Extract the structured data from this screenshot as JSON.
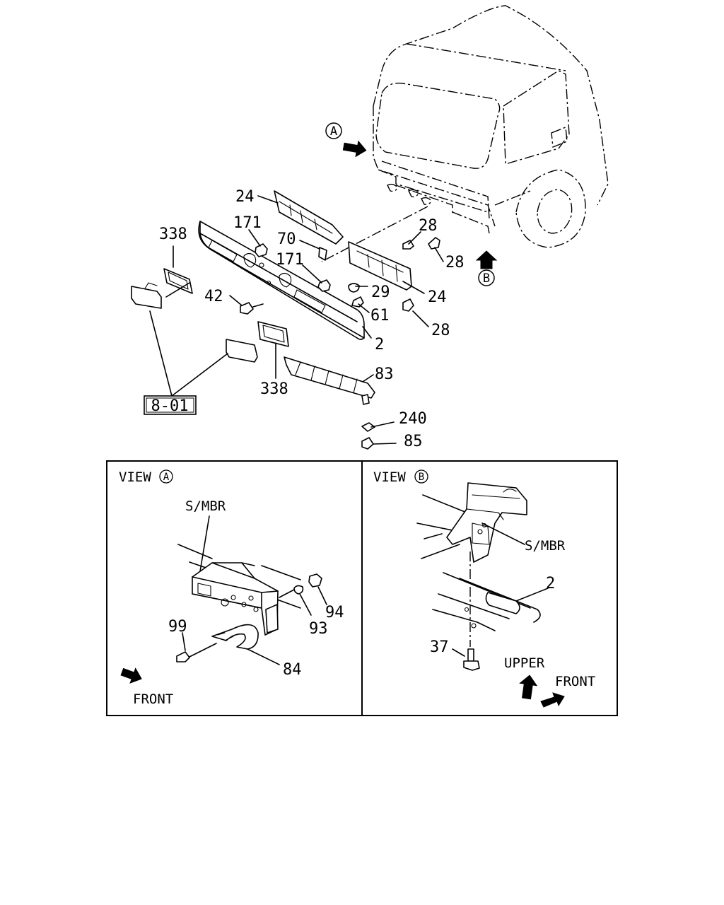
{
  "callouts": {
    "p24a": "24",
    "p171a": "171",
    "p338a": "338",
    "p70": "70",
    "p171b": "171",
    "p28a": "28",
    "p28b": "28",
    "p42": "42",
    "p29": "29",
    "p24b": "24",
    "p61": "61",
    "p28c": "28",
    "p2": "2",
    "p83": "83",
    "p338b": "338",
    "p240": "240",
    "p85": "85",
    "ref": "8-01"
  },
  "markers": {
    "a": "A",
    "b": "B"
  },
  "view_a": {
    "title": "VIEW",
    "marker": "A",
    "smbr": "S/MBR",
    "p94": "94",
    "p93": "93",
    "p99": "99",
    "p84": "84",
    "front": "FRONT"
  },
  "view_b": {
    "title": "VIEW",
    "marker": "B",
    "smbr": "S/MBR",
    "p2": "2",
    "p37": "37",
    "upper": "UPPER",
    "front": "FRONT"
  }
}
